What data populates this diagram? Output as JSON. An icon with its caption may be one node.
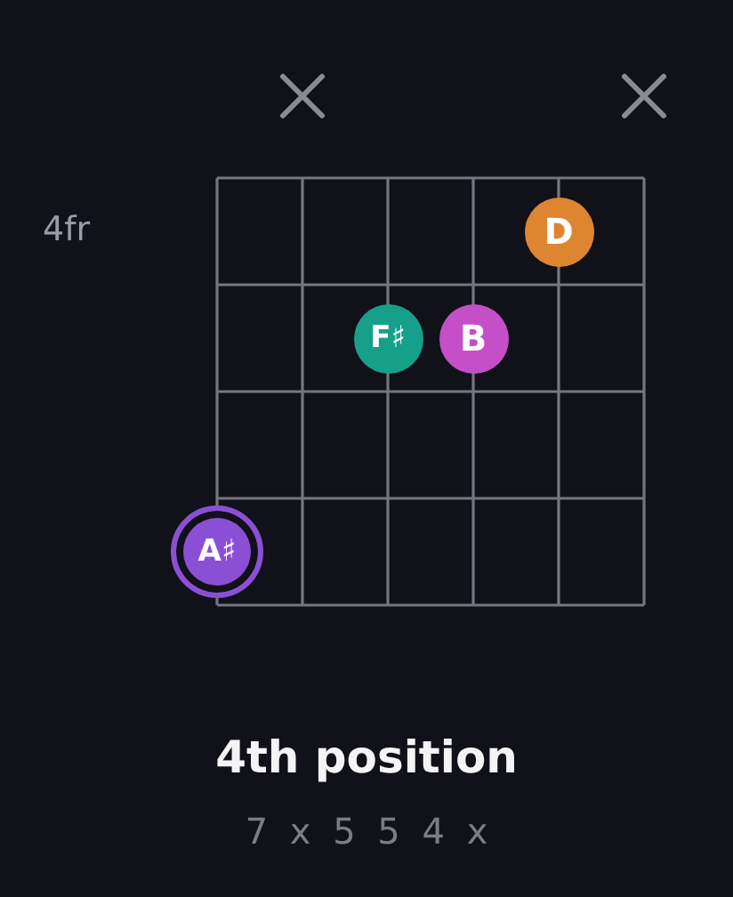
{
  "diagram": {
    "title": "4th position",
    "nodes": [
      {
        "text": [
          "D"
        ]
      },
      {
        "text": [
          "F♯"
        ]
      },
      {
        "text": [
          "B"
        ]
      },
      {
        "text": [
          "A♯"
        ]
      }
    ],
    "labels": [
      "4fr",
      "7 x 5 5 4 x"
    ]
  }
}
